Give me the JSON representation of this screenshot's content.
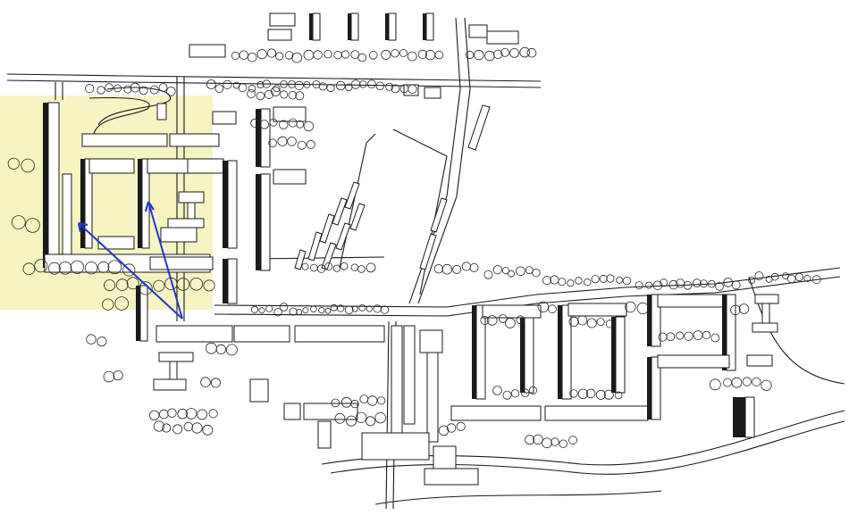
{
  "map": {
    "kind": "axonometric-urban-site-plan",
    "highlight": {
      "name": "highlighted-district",
      "color": "#f6f4c3"
    },
    "arrows": {
      "color": "#2236c8",
      "count": 2
    },
    "line_color": "#1a1a1a",
    "background": "#ffffff"
  }
}
